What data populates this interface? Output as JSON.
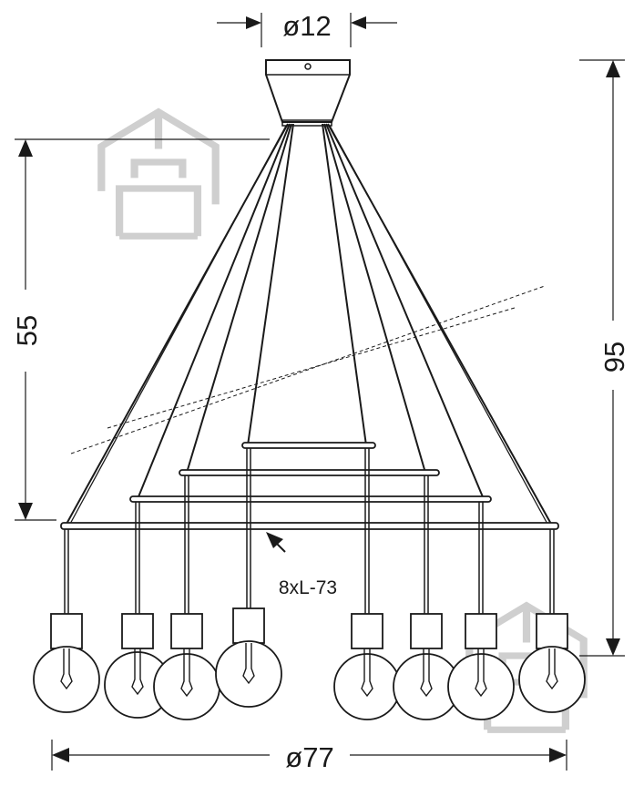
{
  "dimensions": {
    "canopy_diameter": "ø12",
    "total_diameter": "ø77",
    "height_left": "55",
    "height_right": "95",
    "cable_note": "8xL-73"
  },
  "watermark": {
    "icon": "house-sofa-icon"
  },
  "colors": {
    "line": "#1a1a1a",
    "watermark": "#cfcfcf"
  }
}
